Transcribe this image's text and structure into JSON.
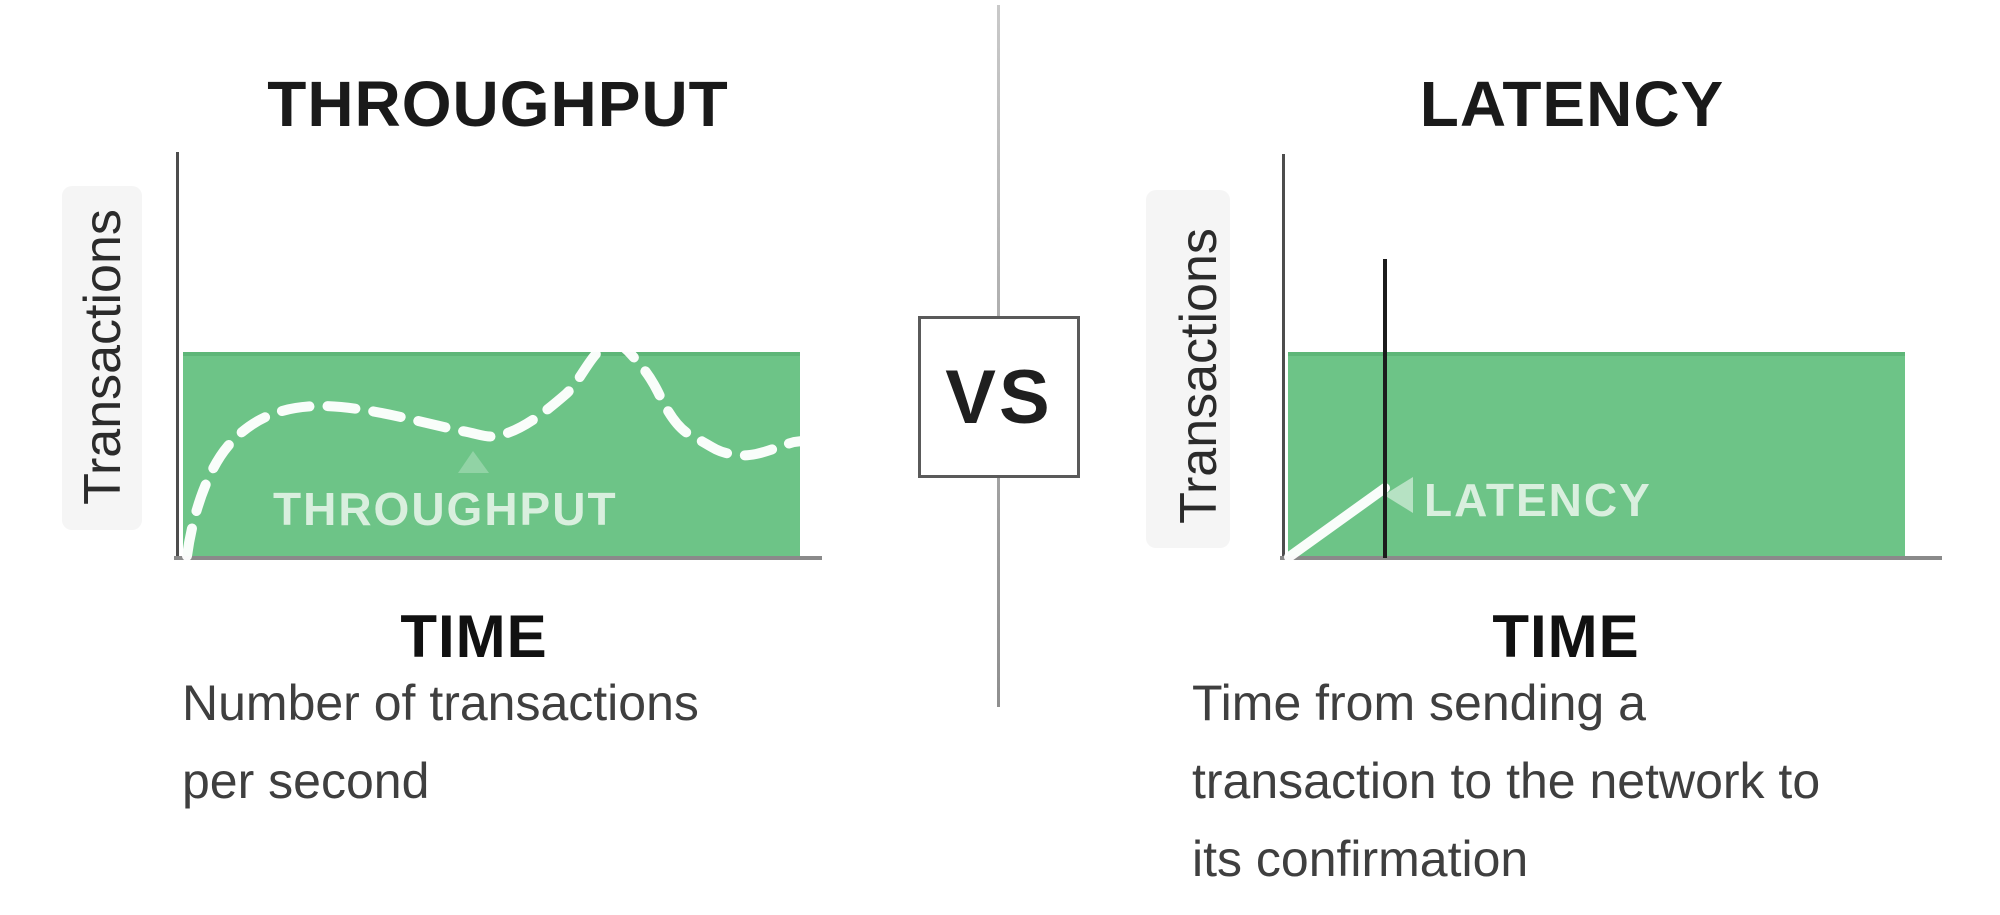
{
  "left_panel": {
    "title": "THROUGHPUT",
    "y_axis_label": "Transactions",
    "x_axis_label": "TIME",
    "area_label": "THROUGHPUT",
    "caption_lines": [
      "Number of transactions",
      "per second"
    ]
  },
  "divider": {
    "vs_label": "VS"
  },
  "right_panel": {
    "title": "LATENCY",
    "y_axis_label": "Transactions",
    "x_axis_label": "TIME",
    "area_label": "LATENCY",
    "caption_lines": [
      "Time from sending a",
      "transaction to the network to",
      "its confirmation"
    ]
  },
  "colors": {
    "accent_green": "#6dc487",
    "accent_green_dark": "#5eb678",
    "area_label_text": "#d9efde",
    "y_axis_gray": "#4d4d4d",
    "x_axis_gray": "#8a8a8a",
    "marker_black": "#1c1c1c",
    "divider_gray": "#9c9c9c",
    "title_text": "#1a1a1a",
    "caption_text": "#3f3f3f",
    "curve_white": "#ffffff"
  }
}
